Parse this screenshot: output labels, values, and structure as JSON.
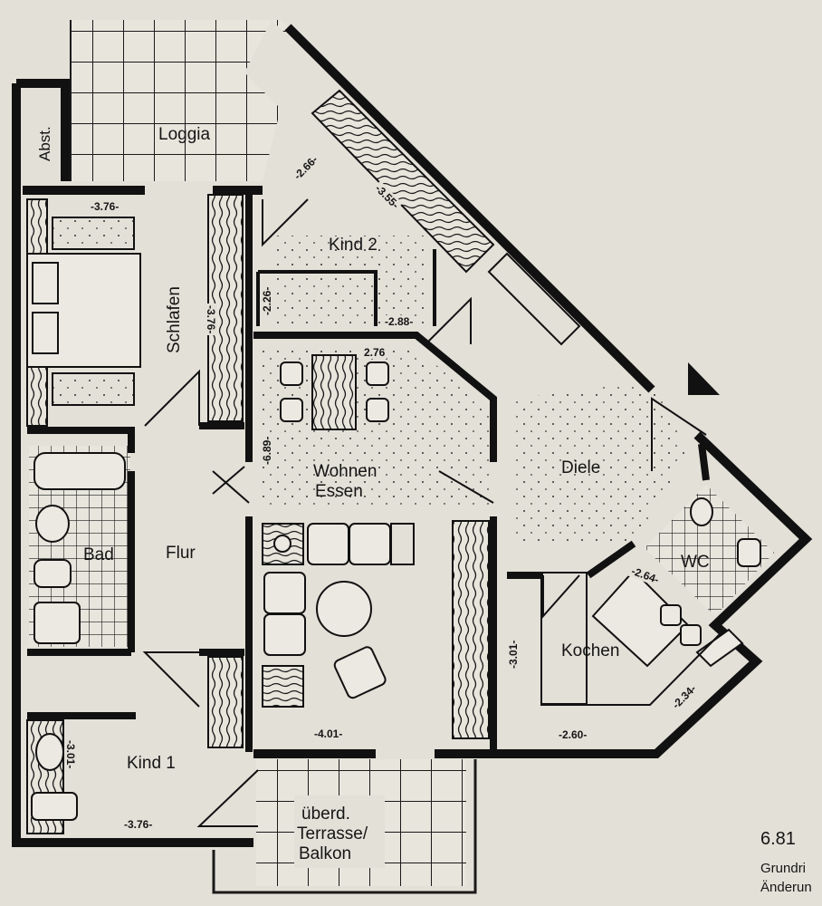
{
  "plan": {
    "rooms": {
      "loggia": "Loggia",
      "abst": "Abst.",
      "kind2": "Kind 2",
      "schlafen": "Schlafen",
      "wohnen": "Wohnen",
      "essen": "Essen",
      "diele": "Diele",
      "bad": "Bad",
      "flur": "Flur",
      "wc": "WC",
      "kochen": "Kochen",
      "kind1": "Kind 1",
      "terrasse_line1": "überd.",
      "terrasse_line2": "Terrasse/",
      "terrasse_line3": "Balkon"
    },
    "dimensions": {
      "schlafen_width": "-3.76-",
      "schlafen_depth": "-3.76-",
      "kind2_diag_a": "-2.66-",
      "kind2_diag_b": "-3.55-",
      "kind2_depth": "-2.26-",
      "kind2_width": "-2.88-",
      "essen_width": "2.76",
      "wohnen_depth": "-6.89-",
      "wohnen_width": "-4.01-",
      "wc_width": "-2.64-",
      "kochen_depth": "-3.01-",
      "kochen_width": "-2.60-",
      "kochen_diag": "-2.34-",
      "kind1_depth": "-3.01-",
      "kind1_width": "-3.76-"
    },
    "caption": {
      "number": "6.81",
      "line1": "Grundri",
      "line2": "Änderun"
    }
  }
}
